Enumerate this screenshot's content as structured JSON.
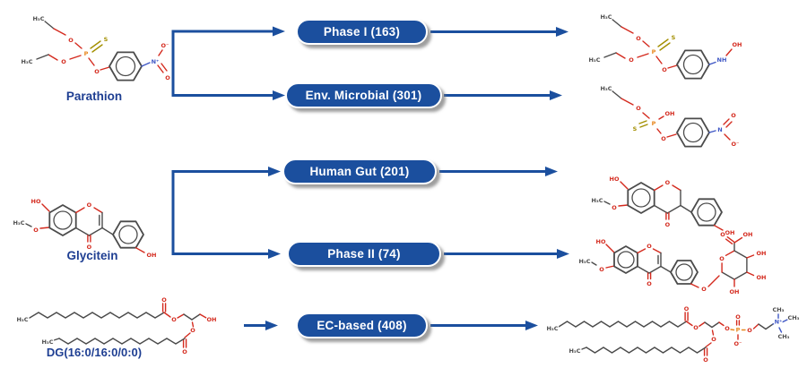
{
  "colors": {
    "pill_blue": "#1b4f9e",
    "arrow_blue": "#1b4f9e",
    "label_navy": "#1e3e92",
    "bond_gray": "#4b4b4b",
    "oxygen_red": "#d42a1e",
    "phosphorus_orange": "#e8881f",
    "sulfur_olive": "#a38f00",
    "nitrogen_blue": "#3f57c5"
  },
  "pills": [
    {
      "id": "phase1",
      "label": "Phase I (163)"
    },
    {
      "id": "env-microbial",
      "label": "Env. Microbial (301)"
    },
    {
      "id": "human-gut",
      "label": "Human Gut (201)"
    },
    {
      "id": "phase2",
      "label": "Phase II (74)"
    },
    {
      "id": "ec-based",
      "label": "EC-based (408)"
    }
  ],
  "compounds": [
    {
      "name": "Parathion"
    },
    {
      "name": "Glycitein"
    },
    {
      "name": "DG(16:0/16:0/0:0)"
    }
  ],
  "molecules": {
    "parathion": {
      "labels": [
        "H₃C",
        "O",
        "P",
        "S",
        "O",
        "H₃C",
        "O",
        "N⁺",
        "O⁻",
        "O"
      ]
    },
    "phase1_product": {
      "labels": [
        "H₃C",
        "O",
        "P",
        "S",
        "O",
        "H₃C",
        "O",
        "NH",
        "OH"
      ]
    },
    "env_microbial_product": {
      "labels": [
        "H₃C",
        "O",
        "OH",
        "P",
        "S",
        "O",
        "N",
        "O",
        "O⁻"
      ]
    },
    "glycitein": {
      "labels": [
        "HO",
        "H₃C",
        "O",
        "O",
        "O",
        "OH"
      ]
    },
    "human_gut_product": {
      "labels": [
        "HO",
        "H₃C",
        "O",
        "O",
        "O",
        "OH"
      ]
    },
    "phase2_product": {
      "labels": [
        "HO",
        "H₃C",
        "O",
        "O",
        "O",
        "O",
        "O",
        "O",
        "OH",
        "OH",
        "OH",
        "OH"
      ]
    },
    "dg": {
      "labels": [
        "H₃C",
        "O",
        "O",
        "OH",
        "O",
        "O",
        "H₃C"
      ]
    },
    "ec_product": {
      "labels": [
        "H₃C",
        "O",
        "O",
        "O",
        "P",
        "O",
        "O⁻",
        "O",
        "N⁺",
        "CH₃",
        "CH₃",
        "CH₃",
        "O",
        "O",
        "H₃C"
      ]
    }
  }
}
